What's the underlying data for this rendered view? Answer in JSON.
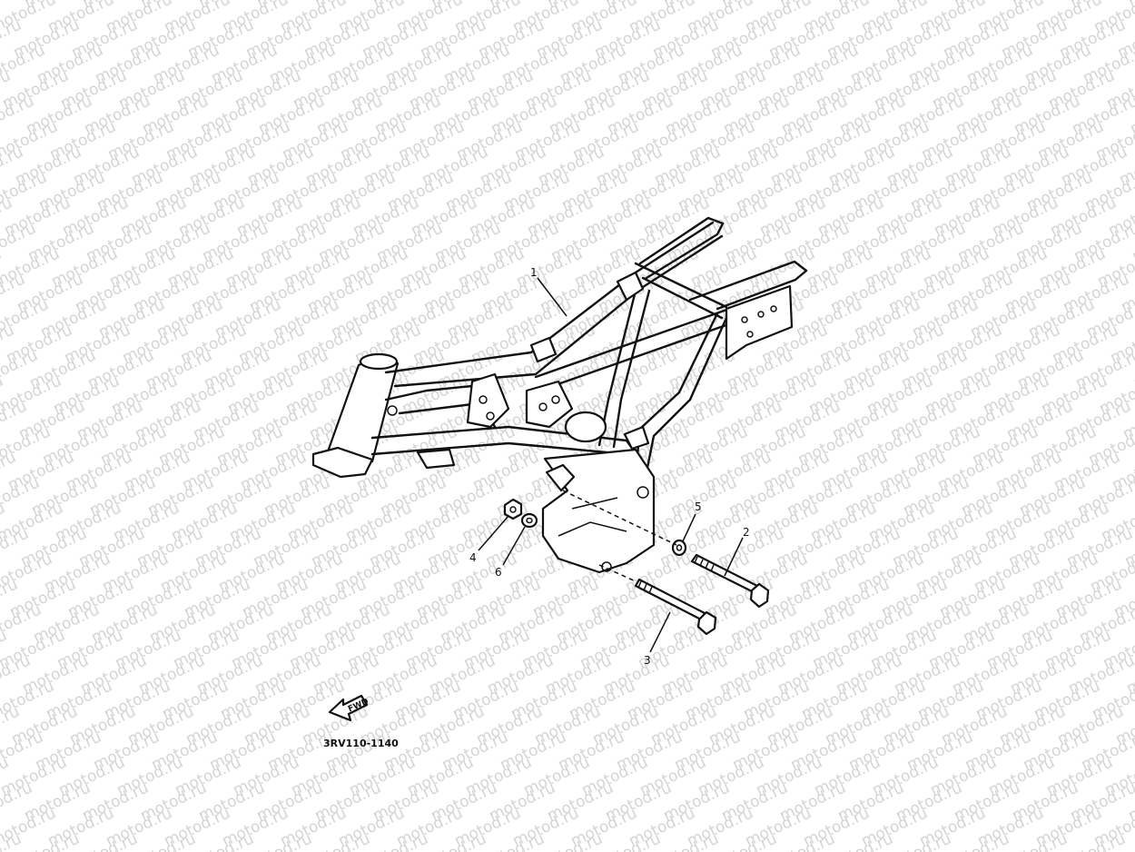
{
  "watermark": "motod.ru",
  "drawing_code": "3RV110-1140",
  "fwd_label": "FWD",
  "callouts": [
    {
      "id": "1",
      "label": "1"
    },
    {
      "id": "2",
      "label": "2"
    },
    {
      "id": "3",
      "label": "3"
    },
    {
      "id": "4",
      "label": "4"
    },
    {
      "id": "5",
      "label": "5"
    },
    {
      "id": "6",
      "label": "6"
    }
  ]
}
